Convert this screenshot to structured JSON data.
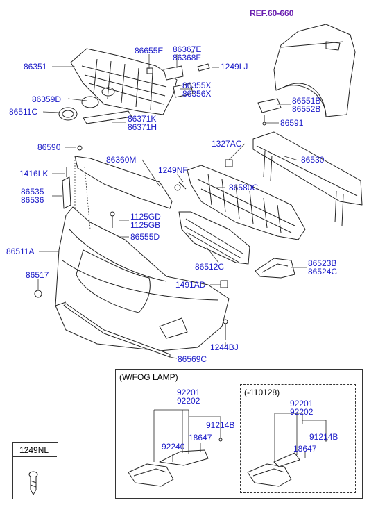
{
  "ref": "REF.60-660",
  "labels": {
    "p86351": "86351",
    "p86655E": "86655E",
    "p86367E": "86367E",
    "p86368F": "86368F",
    "p1249LJ": "1249LJ",
    "p86355X": "86355X",
    "p86356X": "86356X",
    "p86359D": "86359D",
    "p86511C": "86511C",
    "p86371K": "86371K",
    "p86371H": "86371H",
    "p86551B": "86551B",
    "p86552B": "86552B",
    "p86591": "86591",
    "p86590": "86590",
    "p86360M": "86360M",
    "p1327AC": "1327AC",
    "p86530": "86530",
    "p1416LK": "1416LK",
    "p1249NF": "1249NF",
    "p86535": "86535",
    "p86536": "86536",
    "p86580C": "86580C",
    "p1125GD": "1125GD",
    "p1125GB": "1125GB",
    "p86555D": "86555D",
    "p86511A": "86511A",
    "p86523B": "86523B",
    "p86524C": "86524C",
    "p86512C": "86512C",
    "p86517": "86517",
    "p1491AD": "1491AD",
    "p1244BJ": "1244BJ",
    "p86569C": "86569C"
  },
  "fog_box": {
    "title": "(W/FOG LAMP)",
    "p92201": "92201",
    "p92202": "92202",
    "p91214B": "91214B",
    "p18647": "18647",
    "p92240": "92240"
  },
  "sub_box": {
    "title": "(-110128)",
    "p92201": "92201",
    "p92202": "92202",
    "p91214B": "91214B",
    "p18647": "18647"
  },
  "part_box": {
    "title": "1249NL"
  }
}
